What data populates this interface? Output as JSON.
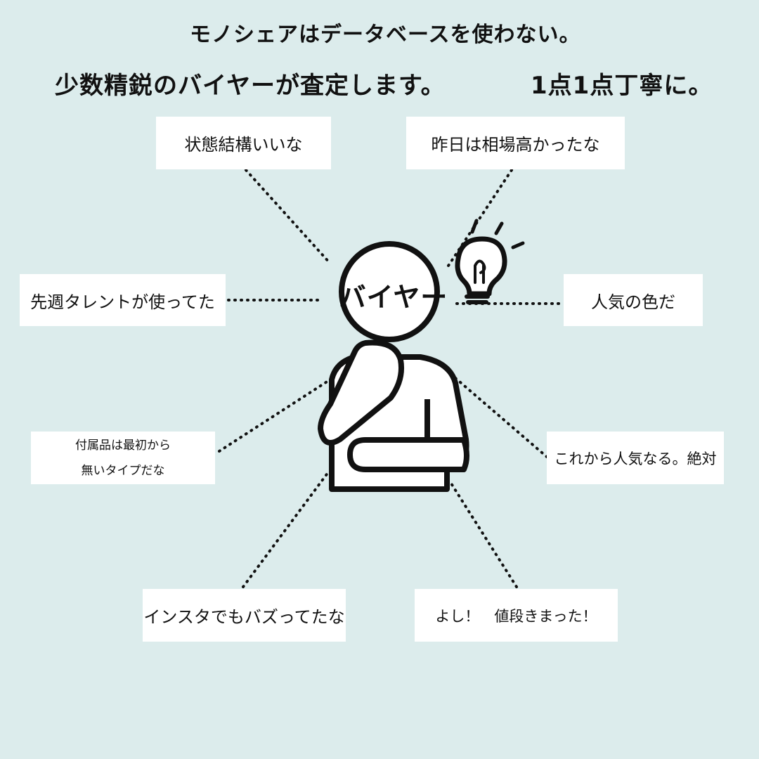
{
  "headline": {
    "line1": "モノシェアはデータベースを使わない。",
    "line2": "少数精鋭のバイヤーが査定します。",
    "line3": "1点1点丁寧に。"
  },
  "figure": {
    "head_label": "バイヤー",
    "icon": "lightbulb-icon"
  },
  "thoughts": {
    "condition": "状態結構いいな",
    "price_yesterday": "昨日は相場高かったな",
    "celebrity": "先週タレントが使ってた",
    "popular_color": "人気の色だ",
    "accessories_line1": "付属品は最初から",
    "accessories_line2": "無いタイプだな",
    "trend": "これから人気なる。絶対",
    "instagram": "インスタでもバズってたな",
    "price_decided": "よし！　値段きまった！"
  },
  "colors": {
    "background": "#dcecec",
    "bubble": "#ffffff",
    "ink": "#111111"
  }
}
